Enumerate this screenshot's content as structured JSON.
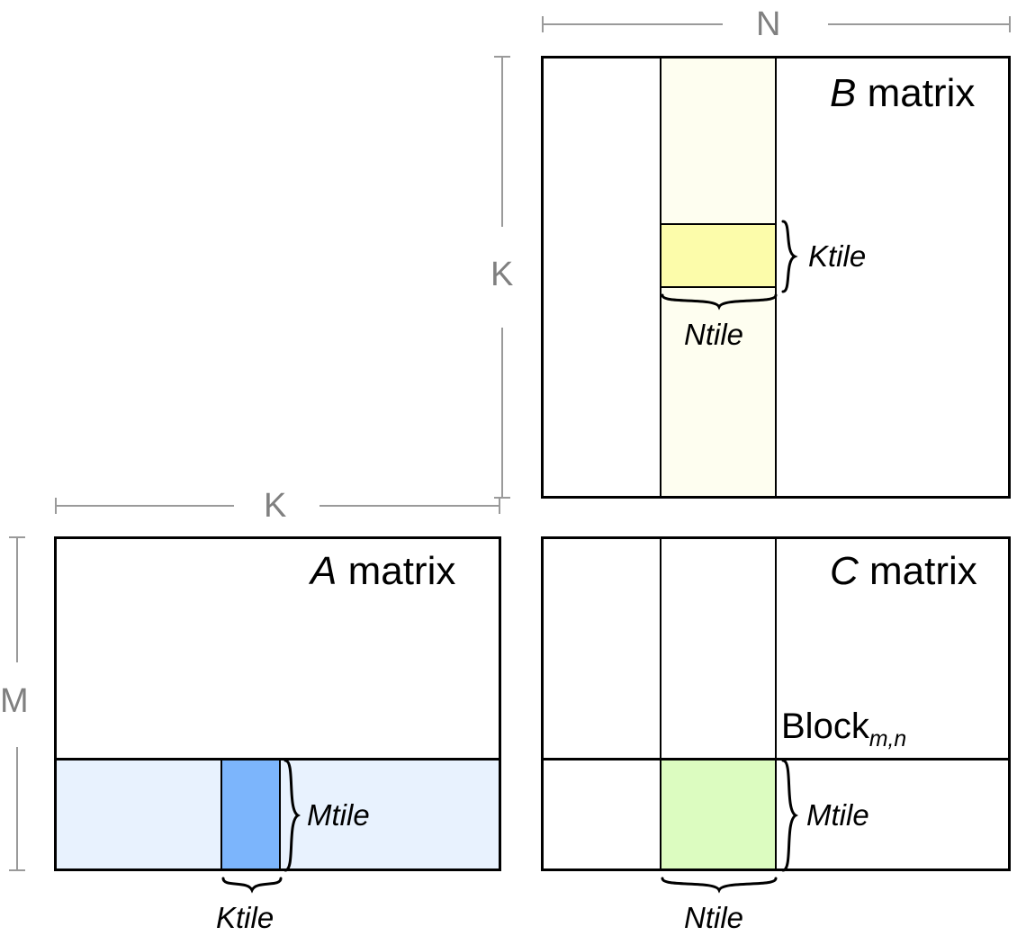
{
  "diagram": {
    "title_hidden": "Tiled matrix multiplication blocking diagram",
    "matrices": [
      {
        "key": "A",
        "label_letter": "A",
        "label_rest": " matrix",
        "row_band_color": "#E8F2FE",
        "tile_color": "#7CB5FC"
      },
      {
        "key": "B",
        "label_letter": "B",
        "label_rest": " matrix",
        "col_band_color": "#FEFEF0",
        "tile_color": "#FCFCAA"
      },
      {
        "key": "C",
        "label_letter": "C",
        "label_rest": " matrix",
        "tile_color": "#DCFCC0"
      }
    ]
  },
  "dimensions": {
    "N": "N",
    "K_vertical": "K",
    "K_horizontal": "K",
    "M": "M",
    "dim_color": "#808080"
  },
  "tiles": {
    "b_ktile": "Ktile",
    "b_ntile": "Ntile",
    "a_mtile": "Mtile",
    "a_ktile": "Ktile",
    "c_mtile": "Mtile",
    "c_ntile": "Ntile"
  },
  "labels": {
    "a_matrix_letter": "A",
    "a_matrix_rest": " matrix",
    "b_matrix_letter": "B",
    "b_matrix_rest": " matrix",
    "c_matrix_letter": "C",
    "c_matrix_rest": " matrix",
    "block_text": "Block",
    "block_sub": "m,n"
  },
  "colors": {
    "stroke": "#000000",
    "dim_gray": "#9a9a9a",
    "a_band": "#E8F2FE",
    "a_tile": "#7CB5FC",
    "b_band": "#FEFEF0",
    "b_tile": "#FCFCAA",
    "c_tile": "#DCFCC0",
    "background": "#ffffff"
  }
}
